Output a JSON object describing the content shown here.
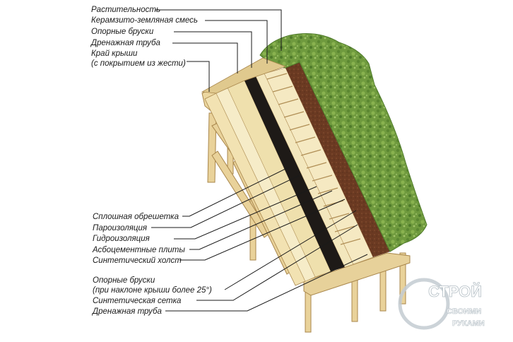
{
  "diagram": {
    "top_labels": [
      {
        "id": "vegetation",
        "text": "Растительность"
      },
      {
        "id": "soil",
        "text": "Керамзито-земляная смесь"
      },
      {
        "id": "support-bars",
        "text": "Опорные бруски"
      },
      {
        "id": "drain-pipe-top",
        "text": "Дренажная труба"
      },
      {
        "id": "roof-edge",
        "text": "Край крыши"
      },
      {
        "id": "roof-edge-note",
        "text": "(с покрытием из жести)"
      }
    ],
    "bottom_labels": [
      {
        "id": "solid-sheathing",
        "text": "Сплошная обрешетка"
      },
      {
        "id": "vapor-barrier",
        "text": "Пароизоляция"
      },
      {
        "id": "waterproofing",
        "text": "Гидроизоляция"
      },
      {
        "id": "asbestos-plates",
        "text": "Асбоцементные  плиты"
      },
      {
        "id": "synthetic-canvas",
        "text": "Синтетический холст"
      },
      {
        "id": "support-bars-2",
        "text": "Опорные бруски"
      },
      {
        "id": "support-bars-2-note",
        "text": "(при наклоне крыши более 25°)"
      },
      {
        "id": "synthetic-mesh",
        "text": "Синтетическая сетка"
      },
      {
        "id": "drain-pipe-bottom",
        "text": "Дренажная  труба"
      }
    ],
    "watermark": {
      "line1": "СТРОЙ",
      "line2": "СВОИМИ",
      "line3": "РУКАМИ"
    },
    "colors": {
      "grass": "#6f9a3e",
      "grass_dark": "#4e7a2a",
      "soil": "#6b3a22",
      "wood": "#f0dca6",
      "wood_line": "#b08e55",
      "insulation": "#f3e7bd",
      "black_layer": "#1e1a17",
      "leader": "#1a1a1a"
    }
  }
}
